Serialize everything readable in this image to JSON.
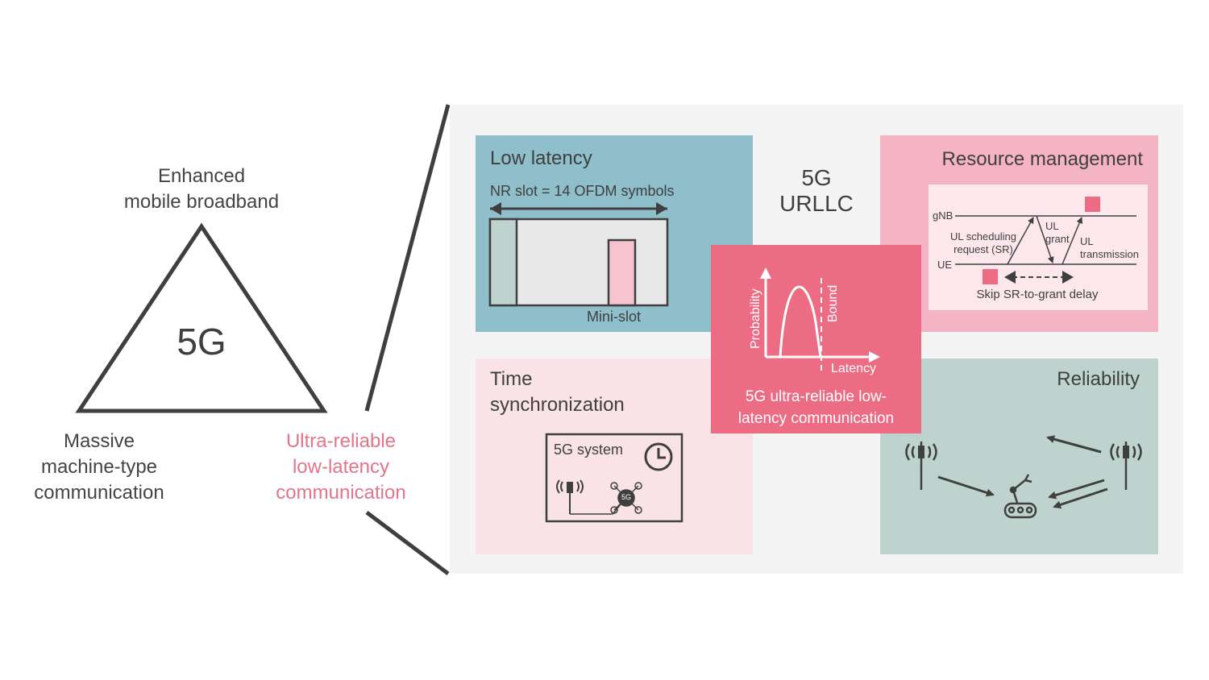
{
  "triangle": {
    "center_label": "5G",
    "top_label": [
      "Enhanced",
      "mobile broadband"
    ],
    "left_label": [
      "Massive",
      "machine-type",
      "communication"
    ],
    "right_label": [
      "Ultra-reliable",
      "low-latency",
      "communication"
    ]
  },
  "center": {
    "title": [
      "5G",
      "URLLC"
    ],
    "caption": [
      "5G ultra-reliable low-",
      "latency communication"
    ],
    "y_axis": "Probability",
    "x_axis": "Latency",
    "bound": "Bound"
  },
  "low_latency": {
    "title": "Low latency",
    "slot_label": "NR slot = 14 OFDM symbols",
    "mini_slot": "Mini-slot"
  },
  "resource_mgmt": {
    "title": "Resource management",
    "gnb": "gNB",
    "ue": "UE",
    "sr": [
      "UL scheduling",
      "request (SR)"
    ],
    "grant": [
      "UL",
      "grant"
    ],
    "transmission": [
      "UL",
      "transmission"
    ],
    "skip": "Skip SR-to-grant delay"
  },
  "time_sync": {
    "title": [
      "Time",
      "synchronization"
    ],
    "system": "5G system",
    "hub": "5G"
  },
  "reliability": {
    "title": "Reliability"
  },
  "colors": {
    "teal": "#8fbfcb",
    "pink": "#f5b4c3",
    "light_pink": "#fae3e7",
    "sage": "#bed3cd",
    "urllc": "#ec6c84",
    "gray_bg": "#f4f4f4"
  }
}
